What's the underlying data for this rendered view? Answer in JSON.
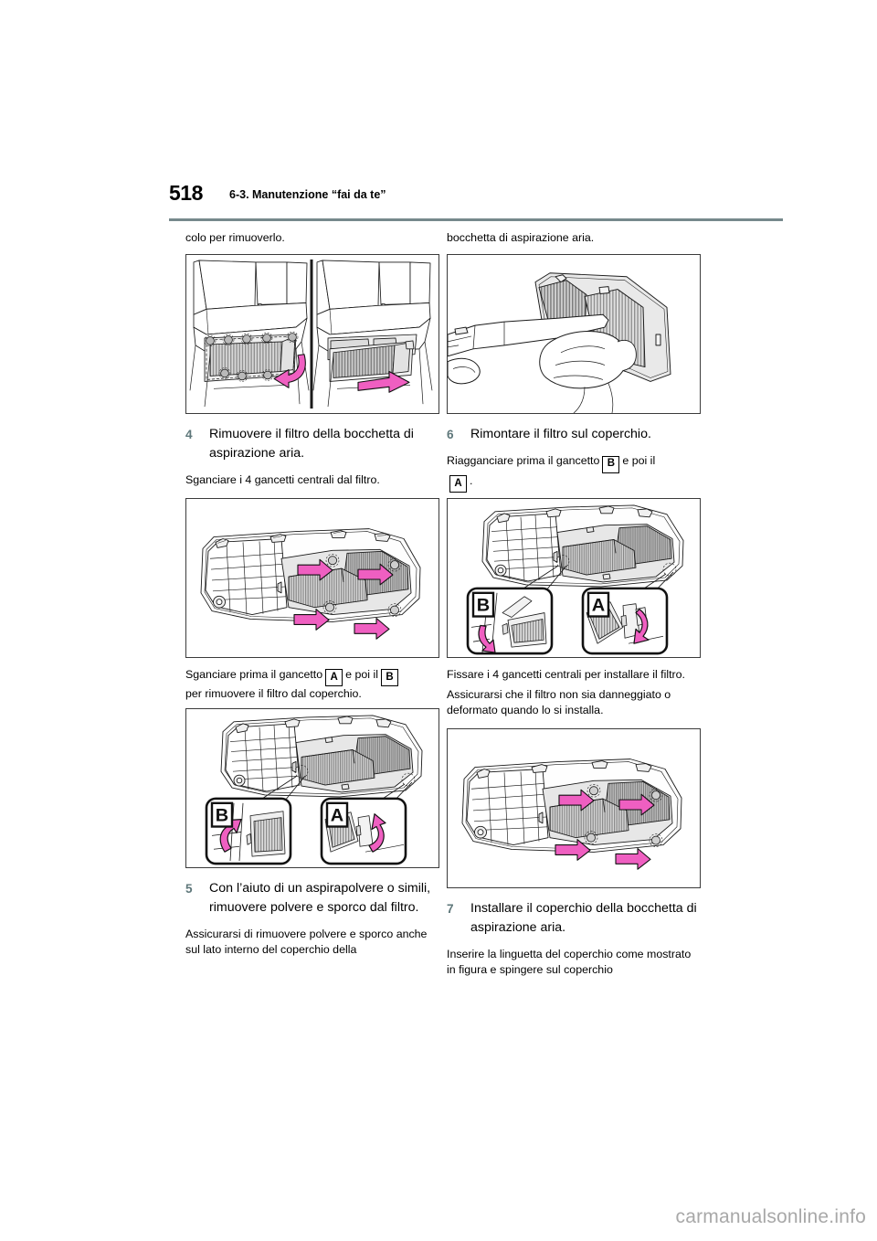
{
  "page": {
    "number": "518",
    "section_title": "6-3. Manutenzione “fai da te”",
    "watermark": "carmanualsonline.info",
    "rule_color": "#76898c",
    "step_number_color": "#5e777a",
    "arrow_color": "#ef5fc1"
  },
  "left_column": {
    "continuation_text": "colo per rimuoverlo.",
    "figure_1": {
      "caption": "rear-seat-air-intake-vent-two-views",
      "description": "Due viste del sedile posteriore con la bocchetta di aspirazione aria: a sinistra i gancetti evidenziati, a destra il coperchio estratto"
    },
    "step_4": {
      "number": "4",
      "text": "Rimuovere il filtro della bocchetta di aspirazione aria."
    },
    "note_4": "Sganciare i 4 gancetti centrali dal filtro.",
    "figure_2": {
      "caption": "filter-cover-four-central-hooks",
      "description": "Coperchio con filtro e quattro frecce che indicano i gancetti centrali"
    },
    "note_hooks_part1": "Sganciare prima il gancetto",
    "note_hooks_marker1": "A",
    "note_hooks_part2": "e poi il",
    "note_hooks_marker2": "B",
    "note_hooks_part3": "per rimuovere il filtro dal coperchio.",
    "figure_3": {
      "caption": "filter-cover-hook-detail-callouts",
      "description": "Coperchio con due ingrandimenti: dettaglio B a sinistra e dettaglio A a destra",
      "callout_left": "B",
      "callout_right": "A"
    },
    "step_5": {
      "number": "5",
      "text": "Con l’aiuto di un aspirapolvere o simili, rimuovere polvere e sporco dal filtro."
    },
    "note_5": "Assicurarsi di rimuovere polvere e sporco anche sul lato interno del coperchio della"
  },
  "right_column": {
    "continuation_text": "bocchetta di aspirazione aria.",
    "figure_4": {
      "caption": "vacuum-cleaning-filter",
      "description": "Una mano passa la bocchetta dell’aspirapolvere sul filtro"
    },
    "step_6": {
      "number": "6",
      "text": "Rimontare il filtro sul coperchio."
    },
    "note_hooks_part1": "Riagganciare prima il gancetto",
    "note_hooks_marker1": "B",
    "note_hooks_part2": "e poi il",
    "note_hooks_marker2": "A",
    "note_hooks_part3": ".",
    "figure_5": {
      "caption": "filter-refit-hook-detail-callouts",
      "description": "Coperchio con due ingrandimenti: dettaglio B a sinistra e dettaglio A a destra per il rimontaggio",
      "callout_left": "B",
      "callout_right": "A"
    },
    "note_6a": "Fissare i 4 gancetti centrali per installare il filtro.",
    "note_6b": "Assicurarsi che il filtro non sia danneggiato o deformato quando lo si installa.",
    "figure_6": {
      "caption": "filter-cover-four-central-hooks-install",
      "description": "Coperchio con filtro montato e quattro frecce che indicano i gancetti centrali"
    },
    "step_7": {
      "number": "7",
      "text": "Installare il coperchio della bocchetta di aspirazione aria."
    },
    "note_7": "Inserire la linguetta del coperchio come mostrato in figura e spingere sul coperchio"
  }
}
